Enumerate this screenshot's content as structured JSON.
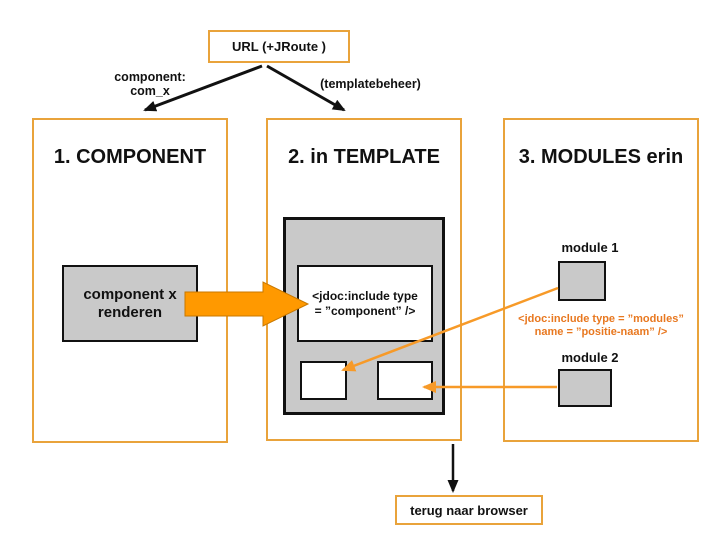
{
  "colors": {
    "accent_border": "#E9A33B",
    "gray_fill": "#C9C9C9",
    "orange_text": "#E87820",
    "block_arrow": "#FF9900",
    "block_arrow_edge": "#C87800",
    "thin_arrow": "#F79A28",
    "ink": "#111111"
  },
  "flow": {
    "url_label": "URL (+JRoute )",
    "left_branch_label": "component:\ncom_x",
    "right_branch_label": "(templatebeheer)",
    "return_label": "terug naar browser"
  },
  "columns": {
    "component": {
      "title": "1. COMPONENT",
      "render_box_label": "component x\nrenderen"
    },
    "template": {
      "title": "2. in TEMPLATE",
      "jdoc_component_label": "<jdoc:include type\n= ”component” />"
    },
    "modules": {
      "title": "3. MODULES erin",
      "module1_label": "module 1",
      "module2_label": "module 2",
      "jdoc_modules_label": "<jdoc:include type  = ”modules”\nname = ”positie-naam” />"
    }
  }
}
